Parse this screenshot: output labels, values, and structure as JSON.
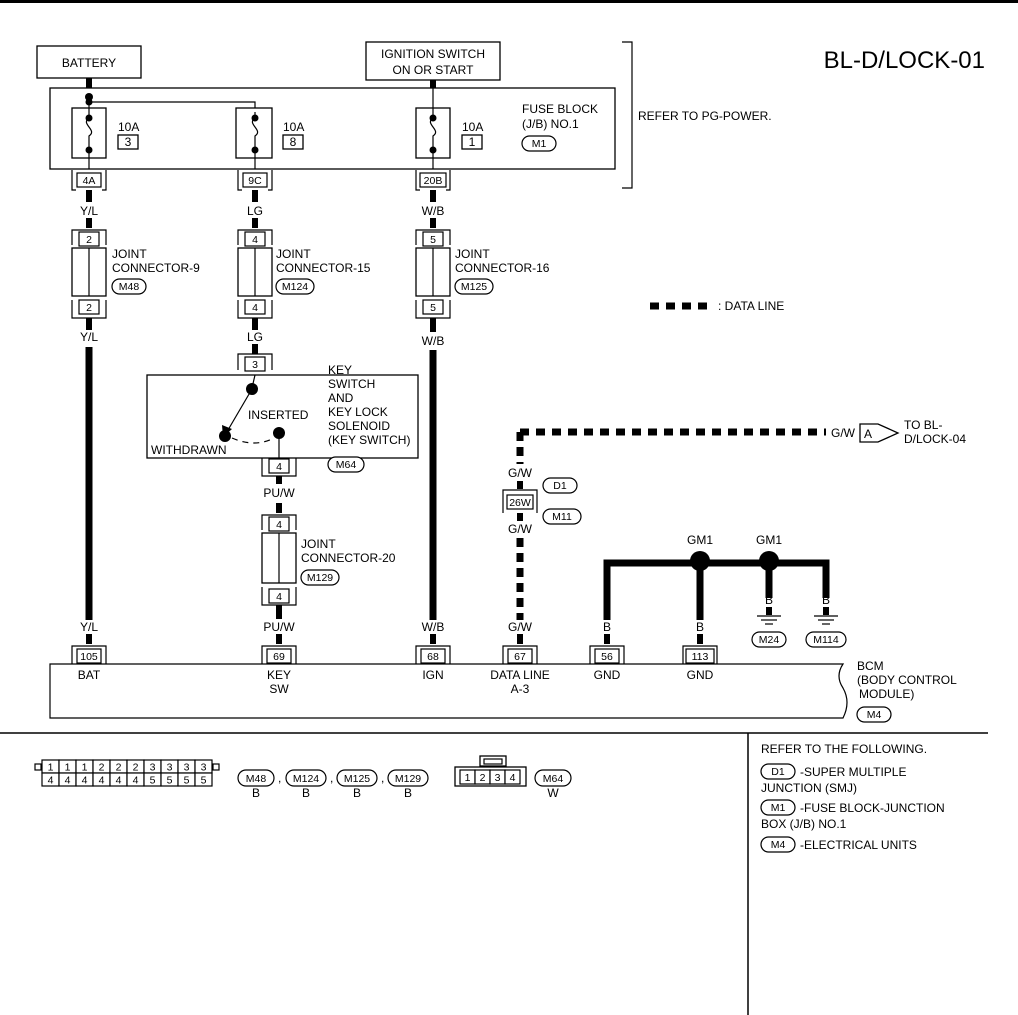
{
  "diagram_id": "BL-D/LOCK-01",
  "power": {
    "battery": "BATTERY",
    "ignition_line1": "IGNITION SWITCH",
    "ignition_line2": "ON OR START"
  },
  "fuse_block": {
    "name_line1": "FUSE BLOCK",
    "name_line2": "(J/B) NO.1",
    "connector": "M1",
    "refer": "REFER TO PG-POWER.",
    "fuses": [
      {
        "amp": "10A",
        "no": "3",
        "terminal": "4A"
      },
      {
        "amp": "10A",
        "no": "8",
        "terminal": "9C"
      },
      {
        "amp": "10A",
        "no": "1",
        "terminal": "20B"
      }
    ]
  },
  "wires": {
    "yl": "Y/L",
    "lg": "LG",
    "wb": "W/B",
    "puw": "PU/W",
    "gw": "G/W",
    "b": "B"
  },
  "joint_connectors": [
    {
      "line1": "JOINT",
      "line2": "CONNECTOR-9",
      "id": "M48",
      "pin_top": "2",
      "pin_bottom": "2"
    },
    {
      "line1": "JOINT",
      "line2": "CONNECTOR-15",
      "id": "M124",
      "pin_top": "4",
      "pin_bottom": "4"
    },
    {
      "line1": "JOINT",
      "line2": "CONNECTOR-16",
      "id": "M125",
      "pin_top": "5",
      "pin_bottom": "5"
    },
    {
      "line1": "JOINT",
      "line2": "CONNECTOR-20",
      "id": "M129",
      "pin_top": "4",
      "pin_bottom": "4"
    }
  ],
  "key_switch": {
    "lines": [
      "KEY",
      "SWITCH",
      "AND",
      "KEY LOCK",
      "SOLENOID",
      "(KEY SWITCH)"
    ],
    "id": "M64",
    "inserted": "INSERTED",
    "withdrawn": "WITHDRAWN",
    "pin_top": "3",
    "pin_bottom": "4"
  },
  "legend": {
    "data_line": ": DATA LINE"
  },
  "data_path": {
    "conn_d1": "D1",
    "conn_m11": "M11",
    "pin": "26W",
    "offpage_letter": "A",
    "to_line1": "TO BL-",
    "to_line2": "D/LOCK-04"
  },
  "grounds": [
    {
      "label": "GM1",
      "id": "M24"
    },
    {
      "label": "GM1",
      "id": "M114"
    }
  ],
  "bcm": {
    "name_line1": "BCM",
    "name_line2": "(BODY CONTROL",
    "name_line3": "MODULE)",
    "id": "M4",
    "terminals": [
      {
        "pin": "105",
        "label1": "BAT",
        "label2": ""
      },
      {
        "pin": "69",
        "label1": "KEY",
        "label2": "SW"
      },
      {
        "pin": "68",
        "label1": "IGN",
        "label2": ""
      },
      {
        "pin": "67",
        "label1": "DATA LINE",
        "label2": "A-3"
      },
      {
        "pin": "56",
        "label1": "GND",
        "label2": ""
      },
      {
        "pin": "113",
        "label1": "GND",
        "label2": ""
      }
    ]
  },
  "connector_faces": {
    "joint_top": [
      "1",
      "1",
      "1",
      "2",
      "2",
      "2",
      "3",
      "3",
      "3",
      "3"
    ],
    "joint_bottom": [
      "4",
      "4",
      "4",
      "4",
      "4",
      "4",
      "5",
      "5",
      "5",
      "5"
    ],
    "joint_ids": [
      "M48",
      "M124",
      "M125",
      "M129"
    ],
    "joint_colors": [
      "B",
      "B",
      "B",
      "B"
    ],
    "m64_pins": [
      "1",
      "2",
      "3",
      "4"
    ],
    "m64_id": "M64",
    "m64_color": "W"
  },
  "refer_panel": {
    "heading": "REFER TO THE FOLLOWING.",
    "items": [
      {
        "id": "D1",
        "line1": "-SUPER MULTIPLE",
        "line2": "JUNCTION (SMJ)"
      },
      {
        "id": "M1",
        "line1": "-FUSE BLOCK-JUNCTION",
        "line2": "BOX (J/B) NO.1"
      },
      {
        "id": "M4",
        "line1": "-ELECTRICAL UNITS",
        "line2": ""
      }
    ]
  }
}
